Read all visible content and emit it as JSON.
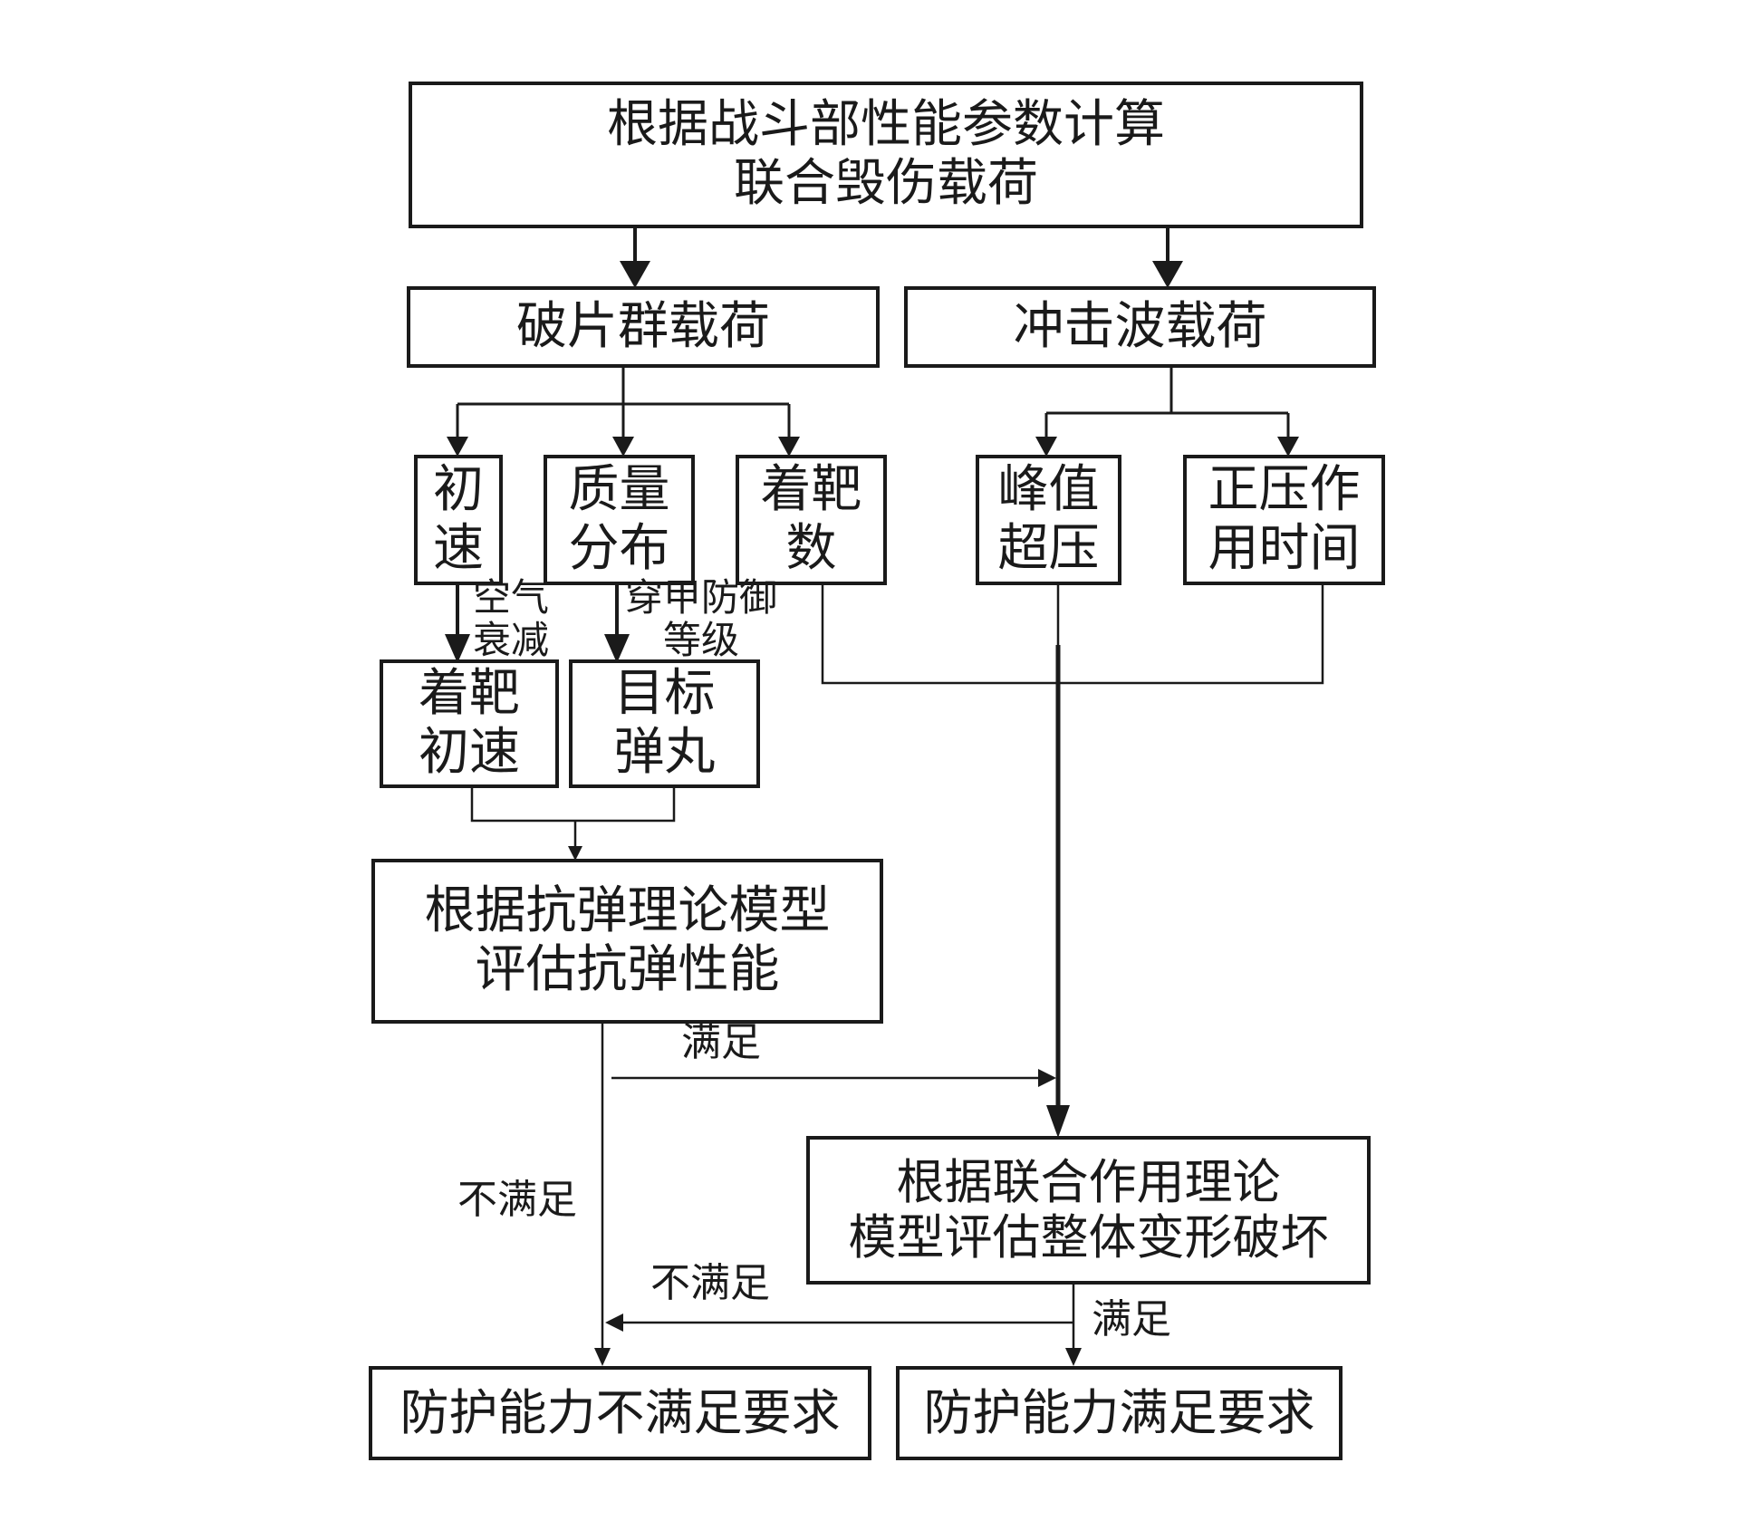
{
  "colors": {
    "line": "#1a1a1a",
    "background": "#ffffff"
  },
  "nodes": {
    "compute_load": {
      "line1": "根据战斗部性能参数计算",
      "line2": "联合毁伤载荷"
    },
    "fragment_load": {
      "text": "破片群载荷"
    },
    "shockwave_load": {
      "text": "冲击波载荷"
    },
    "initial_velocity": {
      "line1": "初",
      "line2": "速"
    },
    "mass_distribution": {
      "line1": "质量",
      "line2": "分布"
    },
    "hit_count": {
      "line1": "着靶",
      "line2": "数"
    },
    "peak_overpressure": {
      "line1": "峰值",
      "line2": "超压"
    },
    "positive_pressure_duration": {
      "line1": "正压作",
      "line2": "用时间"
    },
    "impact_velocity": {
      "line1": "着靶",
      "line2": "初速"
    },
    "target_projectile": {
      "line1": "目标",
      "line2": "弹丸"
    },
    "ballistic_eval": {
      "line1": "根据抗弹理论模型",
      "line2": "评估抗弹性能"
    },
    "combined_eval": {
      "line1": "根据联合作用理论",
      "line2": "模型评估整体变形破坏"
    },
    "protection_fail": {
      "text": "防护能力不满足要求"
    },
    "protection_pass": {
      "text": "防护能力满足要求"
    }
  },
  "edge_labels": {
    "air_attenuation": {
      "line1": "空气",
      "line2": "衰减"
    },
    "armor_grade": {
      "line1": "穿甲防御",
      "line2": "等级"
    },
    "ballistic_satisfied": "满足",
    "ballistic_not_satisfied": "不满足",
    "combined_not_satisfied": "不满足",
    "combined_satisfied": "满足"
  }
}
